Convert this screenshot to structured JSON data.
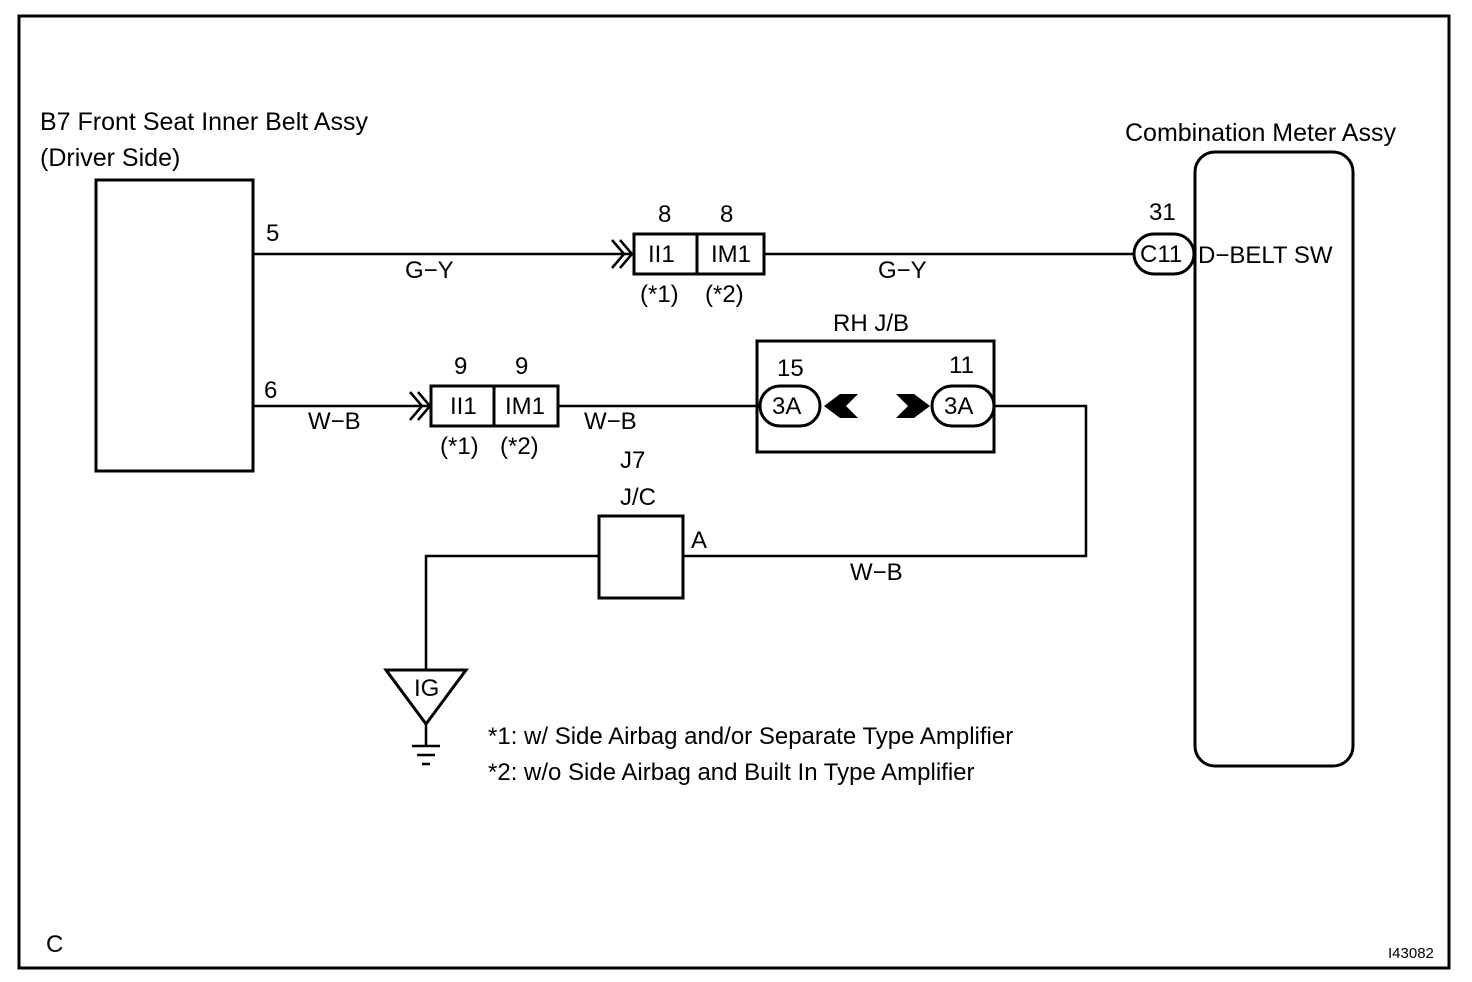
{
  "components": {
    "belt_assy": {
      "title": "B7 Front Seat Inner Belt Assy",
      "subtitle": "(Driver Side)",
      "pin_gy": "5",
      "pin_wb": "6"
    },
    "meter": {
      "title": "Combination Meter Assy",
      "pin": "31",
      "connector": "C11",
      "signal": "D−BELT SW"
    },
    "rh_jb": {
      "title": "RH J/B",
      "pin_left": "15",
      "pin_right": "11",
      "conn_left": "3A",
      "conn_right": "3A"
    },
    "jc": {
      "id": "J7",
      "type": "J/C",
      "pin": "A"
    },
    "ground": {
      "label": "IG"
    }
  },
  "connectors": {
    "upper": {
      "pin_left": "8",
      "pin_right": "8",
      "left": "II1",
      "right": "IM1",
      "note_left": "(*1)",
      "note_right": "(*2)"
    },
    "lower": {
      "pin_left": "9",
      "pin_right": "9",
      "left": "II1",
      "right": "IM1",
      "note_left": "(*1)",
      "note_right": "(*2)"
    }
  },
  "wires": {
    "gy_left": "G−Y",
    "gy_right": "G−Y",
    "wb_1": "W−B",
    "wb_2": "W−B",
    "wb_3": "W−B"
  },
  "notes": {
    "n1": "*1: w/ Side Airbag and/or Separate Type Amplifier",
    "n2": "*2: w/o Side Airbag and Built In Type Amplifier"
  },
  "corner": {
    "left": "C",
    "right": "I43082"
  }
}
